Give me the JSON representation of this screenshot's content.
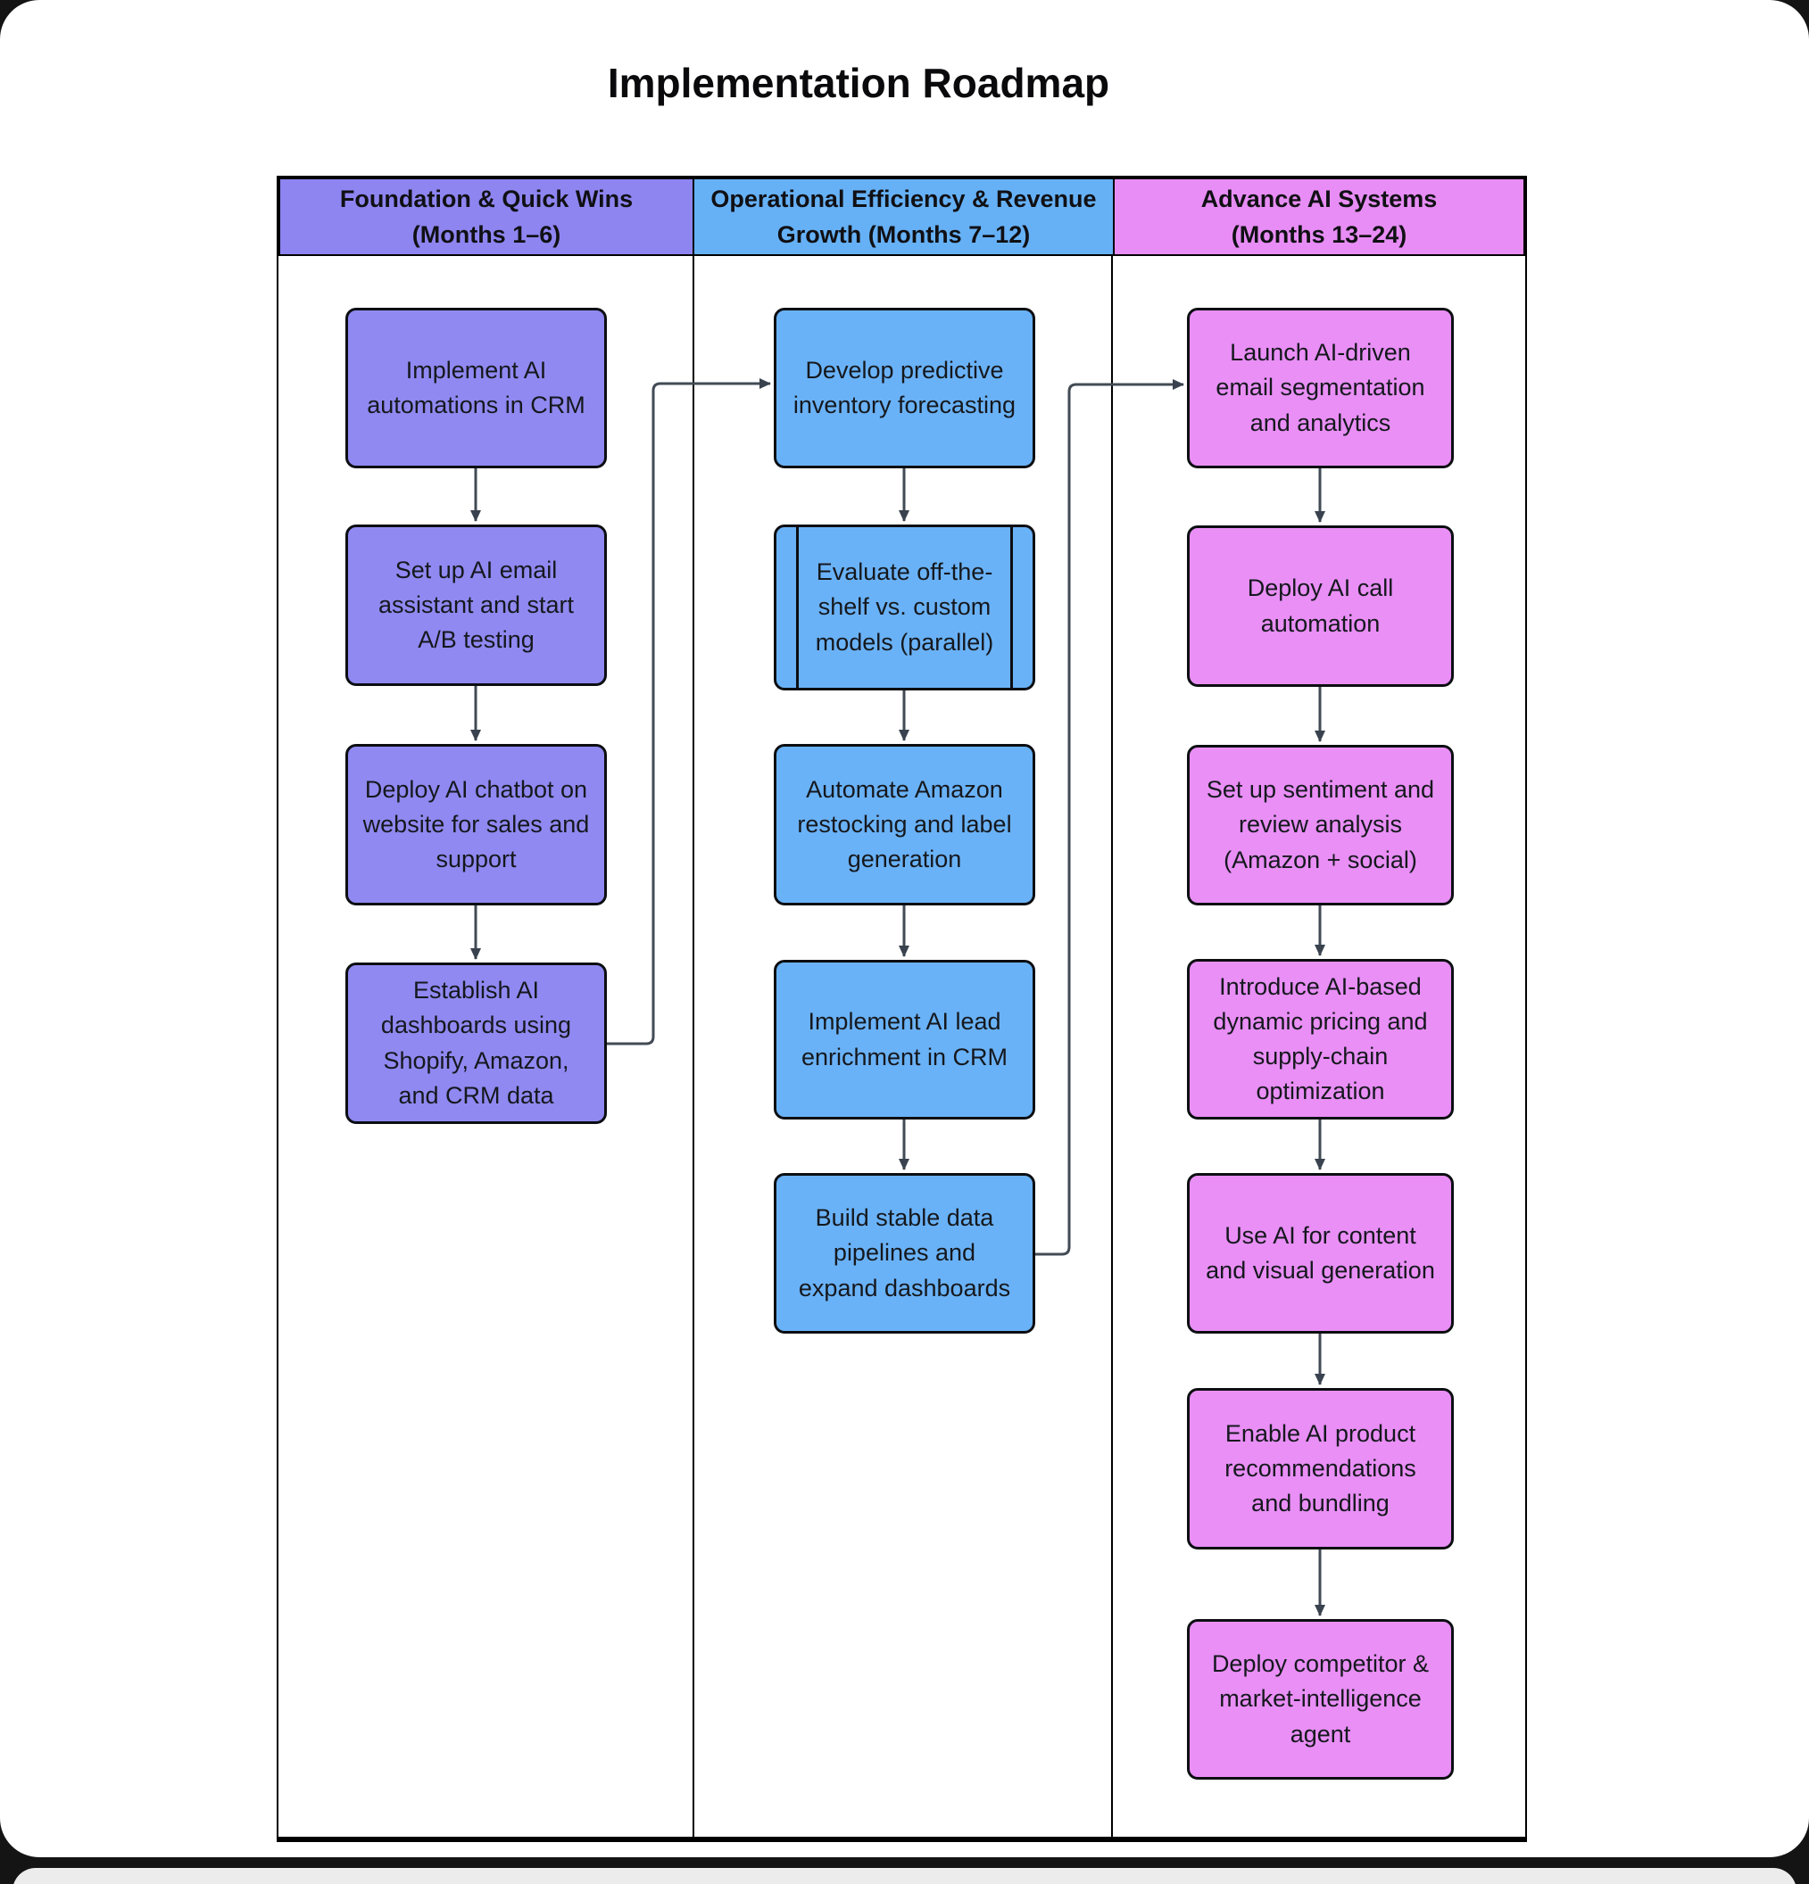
{
  "title": "Implementation Roadmap",
  "colors": {
    "lane1_fill": "#9089f1",
    "lane2_fill": "#6ab2f7",
    "lane3_fill": "#e98ff6",
    "node_border": "#0c0e12",
    "arrow": "#424b55"
  },
  "lanes": [
    {
      "header_line1": "Foundation & Quick Wins",
      "header_line2": "(Months 1–6)",
      "nodes": [
        {
          "label": "Implement AI automations in CRM"
        },
        {
          "label": "Set up AI email assistant and start A/B testing"
        },
        {
          "label": "Deploy AI chatbot on website for sales and support"
        },
        {
          "label": "Establish AI dashboards using Shopify, Amazon, and CRM data"
        }
      ]
    },
    {
      "header_line1": "Operational Efficiency & Revenue",
      "header_line2": "Growth (Months 7–12)",
      "nodes": [
        {
          "label": "Develop predictive inventory forecasting"
        },
        {
          "label": "Evaluate off-the-shelf vs. custom models (parallel)",
          "shape": "subroutine"
        },
        {
          "label": "Automate Amazon restocking and label generation"
        },
        {
          "label": "Implement AI lead enrichment in CRM"
        },
        {
          "label": "Build stable data pipelines and expand dashboards"
        }
      ]
    },
    {
      "header_line1": "Advance AI Systems",
      "header_line2": "(Months 13–24)",
      "nodes": [
        {
          "label": "Launch AI-driven email segmentation and analytics"
        },
        {
          "label": "Deploy AI call automation"
        },
        {
          "label": "Set up sentiment and review analysis (Amazon + social)"
        },
        {
          "label": "Introduce AI-based dynamic pricing and supply-chain optimization"
        },
        {
          "label": "Use AI for content and visual generation"
        },
        {
          "label": "Enable AI product recommendations and bundling"
        },
        {
          "label": "Deploy competitor & market-intelligence agent"
        }
      ]
    }
  ]
}
